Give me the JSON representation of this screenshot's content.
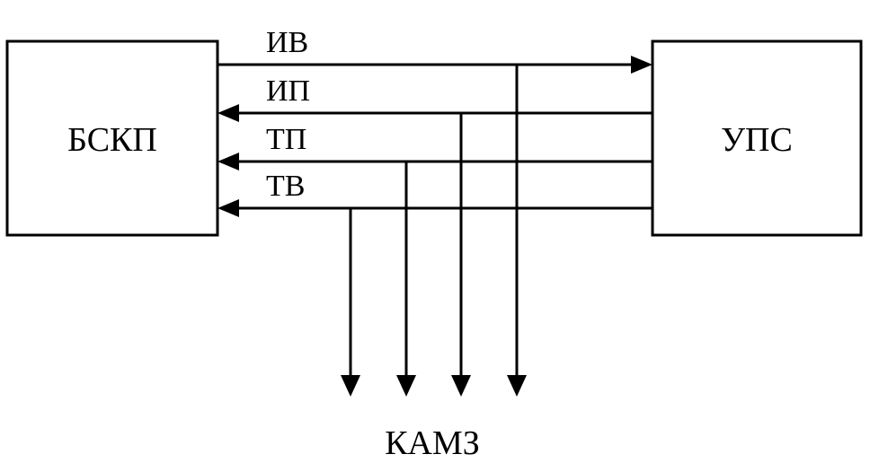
{
  "blocks": {
    "left": "БСКП",
    "right": "УПС",
    "bottom": "КАМЗ"
  },
  "signals": [
    {
      "label": "ИВ",
      "direction": "to-right"
    },
    {
      "label": "ИП",
      "direction": "to-left"
    },
    {
      "label": "ТП",
      "direction": "to-left"
    },
    {
      "label": "ТВ",
      "direction": "to-left"
    }
  ],
  "colors": {
    "line": "#000000",
    "background": "#ffffff"
  }
}
